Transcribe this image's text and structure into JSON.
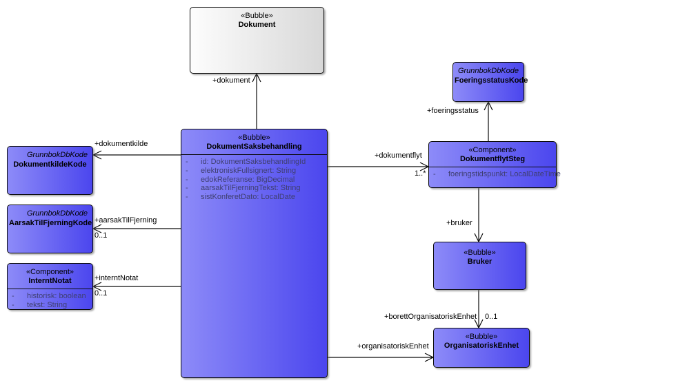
{
  "palette": {
    "node_light": "#8d8bf8",
    "node_dark": "#4b46ee",
    "neutral_light": "#fdfdfd",
    "neutral_dark": "#d8d8d8",
    "attr_text": "#3f3f70",
    "label_text": "#000000"
  },
  "classes": {
    "dokument": {
      "stereotype": "«Bubble»",
      "name": "Dokument"
    },
    "dokumentSaksbehandling": {
      "stereotype": "«Bubble»",
      "name": "DokumentSaksbehandling",
      "attributes": [
        {
          "vis": "-",
          "text": "id: DokumentSaksbehandlingId"
        },
        {
          "vis": "-",
          "text": "elektroniskFullsignert: String"
        },
        {
          "vis": "-",
          "text": "edokReferanse: BigDecimal"
        },
        {
          "vis": "-",
          "text": "aarsakTilFjerningTekst: String"
        },
        {
          "vis": "-",
          "text": "sistKonferetDato: LocalDate"
        }
      ]
    },
    "dokumentkildeKode": {
      "stereotype": "GrunnbokDbKode",
      "name": "DokumentkildeKode"
    },
    "aarsakTilFjerningKode": {
      "stereotype": "GrunnbokDbKode",
      "name": "AarsakTilFjerningKode"
    },
    "interntNotat": {
      "stereotype": "«Component»",
      "name": "InterntNotat",
      "attributes": [
        {
          "vis": "-",
          "text": "historisk: boolean"
        },
        {
          "vis": "-",
          "text": "tekst: String"
        }
      ]
    },
    "foeringsstatusKode": {
      "stereotype": "GrunnbokDbKode",
      "name": "FoeringsstatusKode"
    },
    "dokumentflytSteg": {
      "stereotype": "«Component»",
      "name": "DokumentflytSteg",
      "attributes": [
        {
          "vis": "-",
          "text": "foeringstidspunkt: LocalDateTime"
        }
      ]
    },
    "bruker": {
      "stereotype": "«Bubble»",
      "name": "Bruker"
    },
    "organisatoriskEnhet": {
      "stereotype": "«Bubble»",
      "name": "OrganisatoriskEnhet"
    }
  },
  "edges": {
    "dokument": {
      "label": "+dokument"
    },
    "dokumentkilde": {
      "label": "+dokumentkilde"
    },
    "aarsakTilFjerning": {
      "label": "+aarsakTilFjerning",
      "multiplicity": "0..1"
    },
    "interntNotat": {
      "label": "+interntNotat",
      "multiplicity": "0..1"
    },
    "dokumentflyt": {
      "label": "+dokumentflyt",
      "multiplicity": "1..*"
    },
    "foeringsstatus": {
      "label": "+foeringsstatus"
    },
    "bruker": {
      "label": "+bruker"
    },
    "borettOrganisatoriskEnhet": {
      "label": "+borettOrganisatoriskEnhet",
      "multiplicity": "0..1"
    },
    "organisatoriskEnhet": {
      "label": "+organisatoriskEnhet"
    }
  }
}
